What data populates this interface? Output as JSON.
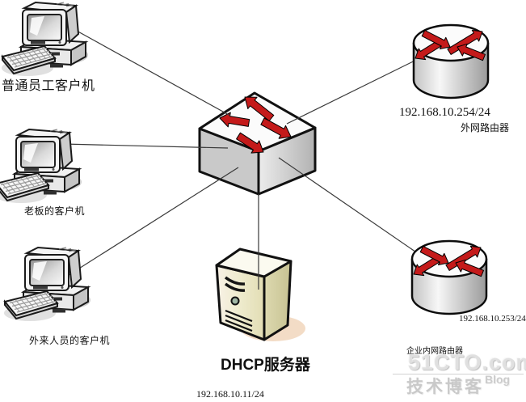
{
  "diagram": {
    "type": "network-topology",
    "nodes": {
      "client_regular": {
        "label": "普通员工客户机",
        "device": "desktop-pc"
      },
      "client_boss": {
        "label": "老板的客户机",
        "device": "desktop-pc"
      },
      "client_visitor": {
        "label": "外来人员的客户机",
        "device": "desktop-pc"
      },
      "core_switch": {
        "device": "switch"
      },
      "router_external": {
        "name": "外网路由器",
        "ip": "192.168.10.254/24",
        "device": "router"
      },
      "router_internal": {
        "name": "企业内网路由器",
        "ip": "192.168.10.253/24",
        "device": "router"
      },
      "dhcp_server": {
        "name": "DHCP服务器",
        "ip": "192.168.10.11/24",
        "device": "tower-server"
      }
    },
    "links": [
      {
        "from": "client_regular",
        "to": "core_switch"
      },
      {
        "from": "client_boss",
        "to": "core_switch"
      },
      {
        "from": "client_visitor",
        "to": "core_switch"
      },
      {
        "from": "core_switch",
        "to": "router_external"
      },
      {
        "from": "core_switch",
        "to": "router_internal"
      },
      {
        "from": "core_switch",
        "to": "dhcp_server"
      }
    ],
    "colors": {
      "arrow_red": "#c41a1a",
      "line": "#3a3a3a",
      "outline": "#111111"
    }
  },
  "watermark": {
    "site": "51CTO.com",
    "tagline": "技术博客",
    "suffix": "Blog"
  }
}
